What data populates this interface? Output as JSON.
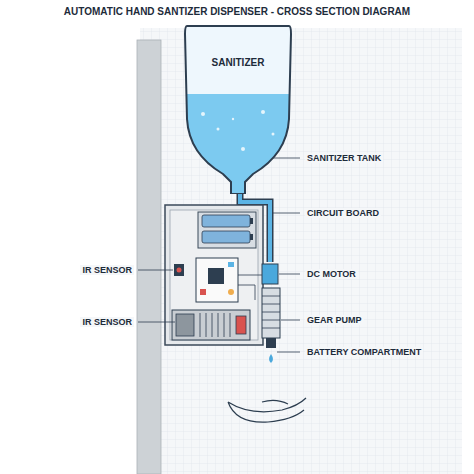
{
  "diagram": {
    "title": "AUTOMATIC HAND SANTIZER DISPENSER - CROSS SECTION DIAGRAM",
    "nodes": [
      {
        "text": [
          "SANITIZER"
        ]
      }
    ],
    "labels": [
      "SANITIZER TANK",
      "CIRCUIT BOARD",
      "IR SENSOR",
      "DC MOTOR",
      "GEAR PUMP",
      "IR SENSOR",
      "BATTERY COMPARTMENT"
    ]
  }
}
